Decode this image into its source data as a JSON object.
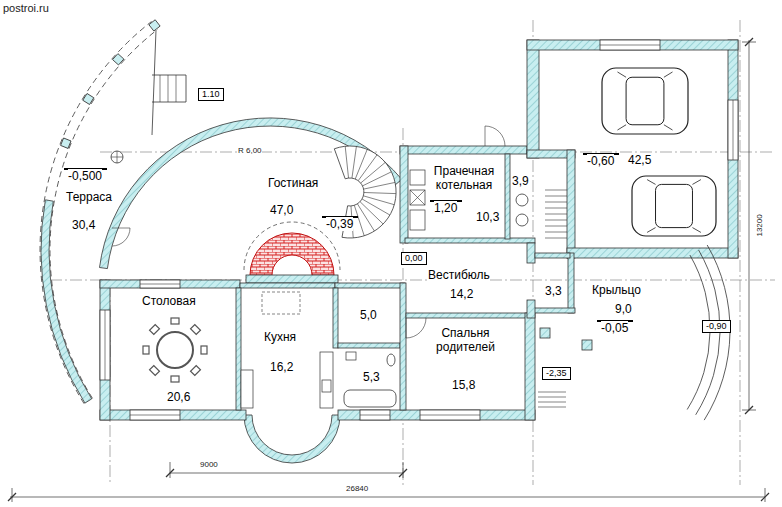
{
  "diagram": {
    "nodes": [
      {
        "text": [
          "1.10"
        ]
      },
      {
        "text": [
          "Терраса",
          "30,4"
        ]
      },
      {
        "text": [
          "-0,500"
        ],
        "in": 1
      },
      {
        "text": [
          "Гостиная",
          "47,0"
        ]
      },
      {
        "text": [
          "-0,39"
        ],
        "in": 3
      },
      {
        "text": [
          "Прачечная котельная",
          "10,3"
        ]
      },
      {
        "text": [
          "1,20"
        ],
        "in": 5
      },
      {
        "text": [
          "3,9"
        ]
      },
      {
        "text": [
          "42,5"
        ]
      },
      {
        "text": [
          "-0,60"
        ],
        "in": 8
      },
      {
        "text": [
          "0,00"
        ]
      },
      {
        "text": [
          "Вестибюль",
          "14,2"
        ]
      },
      {
        "text": [
          "3,3"
        ]
      },
      {
        "text": [
          "Крыльцо",
          "9,0"
        ]
      },
      {
        "text": [
          "-0,05"
        ],
        "in": 13
      },
      {
        "text": [
          "-0,90"
        ]
      },
      {
        "text": [
          "Столовая",
          "20,6"
        ]
      },
      {
        "text": [
          "Кухня",
          "16,2"
        ]
      },
      {
        "text": [
          "5,0"
        ]
      },
      {
        "text": [
          "5,3"
        ]
      },
      {
        "text": [
          "Спальня родителей",
          "15,8"
        ]
      },
      {
        "text": [
          "-2,35"
        ]
      }
    ],
    "labels": [
      "postroi.ru",
      "R 6,00",
      "9000",
      "26840",
      "13200"
    ]
  }
}
